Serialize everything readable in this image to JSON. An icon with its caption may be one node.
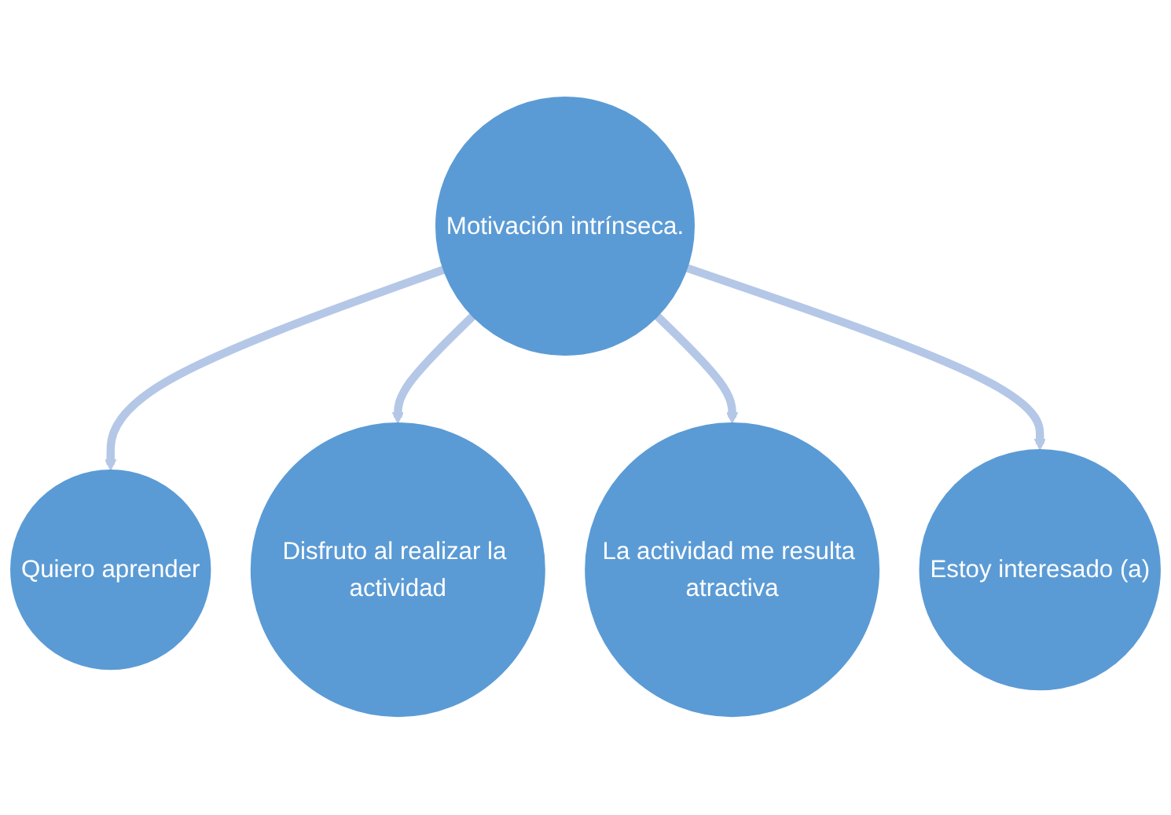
{
  "diagram": {
    "nodes": [
      {
        "text": [
          "Quiero aprender"
        ]
      },
      {
        "text": [
          "Disfruto al realizar la actividad"
        ]
      },
      {
        "text": [
          "Motivación intrínseca."
        ]
      },
      {
        "text": [
          "La actividad me resulta atractiva"
        ]
      },
      {
        "text": [
          "Estoy interesado (a)"
        ]
      }
    ],
    "edges": [
      {
        "from": 2,
        "to": 0,
        "arrow": "to"
      },
      {
        "from": 2,
        "to": 1,
        "arrow": "to"
      },
      {
        "from": 2,
        "to": 3,
        "arrow": "to"
      },
      {
        "from": 2,
        "to": 4,
        "arrow": "to"
      }
    ]
  }
}
